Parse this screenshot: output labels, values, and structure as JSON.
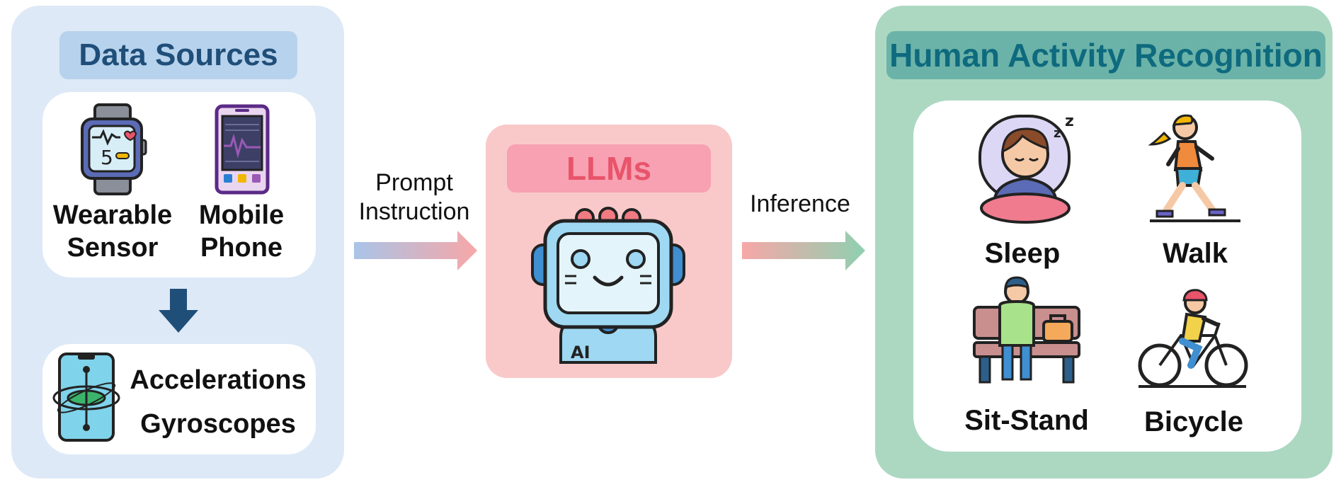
{
  "data_sources": {
    "title": "Data Sources",
    "wearable": {
      "line1": "Wearable",
      "line2": "Sensor",
      "icon": "smartwatch-icon"
    },
    "mobile": {
      "line1": "Mobile",
      "line2": "Phone",
      "icon": "mobile-phone-icon"
    },
    "signals": {
      "line1": "Accelerations",
      "line2": "Gyroscopes",
      "icon": "gyroscope-phone-icon"
    }
  },
  "arrow_prompt": {
    "line1": "Prompt",
    "line2": "Instruction"
  },
  "llm": {
    "title": "LLMs",
    "badge": "AI",
    "icon": "robot-icon"
  },
  "arrow_inference": {
    "label": "Inference"
  },
  "har": {
    "title": "Human Activity Recognition",
    "activities": [
      {
        "label": "Sleep",
        "icon": "sleep-icon"
      },
      {
        "label": "Walk",
        "icon": "walk-icon"
      },
      {
        "label": "Sit-Stand",
        "icon": "sit-stand-icon"
      },
      {
        "label": "Bicycle",
        "icon": "bicycle-icon"
      }
    ]
  },
  "colors": {
    "data_panel": "#dde9f6",
    "data_title_bg": "#b7d2ec",
    "data_title_text": "#1f4e79",
    "llm_panel": "#f9c9c9",
    "llm_title_bg": "#f7a1b3",
    "llm_title_text": "#e8546a",
    "har_panel": "#acd8c2",
    "har_title_bg": "#6bb3a8",
    "har_title_text": "#0e6a7e",
    "down_arrow": "#1f4e79"
  }
}
